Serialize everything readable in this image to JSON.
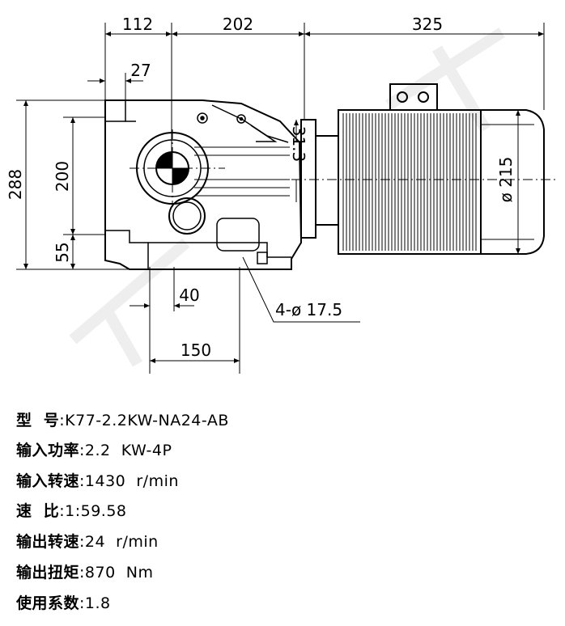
{
  "dimensions": {
    "d112": "112",
    "d202": "202",
    "d325": "325",
    "d27": "27",
    "d31_3": "31.3",
    "d288": "288",
    "d200": "200",
    "d55": "55",
    "d40": "40",
    "d150": "150",
    "d215": "ø 215",
    "holes": "4-ø 17.5"
  },
  "specs": [
    {
      "label": "型  号",
      "sep": ":",
      "value": "K77-2.2KW-NA24-AB"
    },
    {
      "label": "输入功率",
      "sep": ":",
      "value": "2.2  KW-4P"
    },
    {
      "label": "输入转速",
      "sep": ":",
      "value": "1430  r/min"
    },
    {
      "label": "速  比",
      "sep": ":",
      "value": "1:59.58"
    },
    {
      "label": "输出转速",
      "sep": ":",
      "value": "24  r/min"
    },
    {
      "label": "输出扭矩",
      "sep": ":",
      "value": "870  Nm"
    },
    {
      "label": "使用系数",
      "sep": ":",
      "value": "1.8"
    }
  ]
}
